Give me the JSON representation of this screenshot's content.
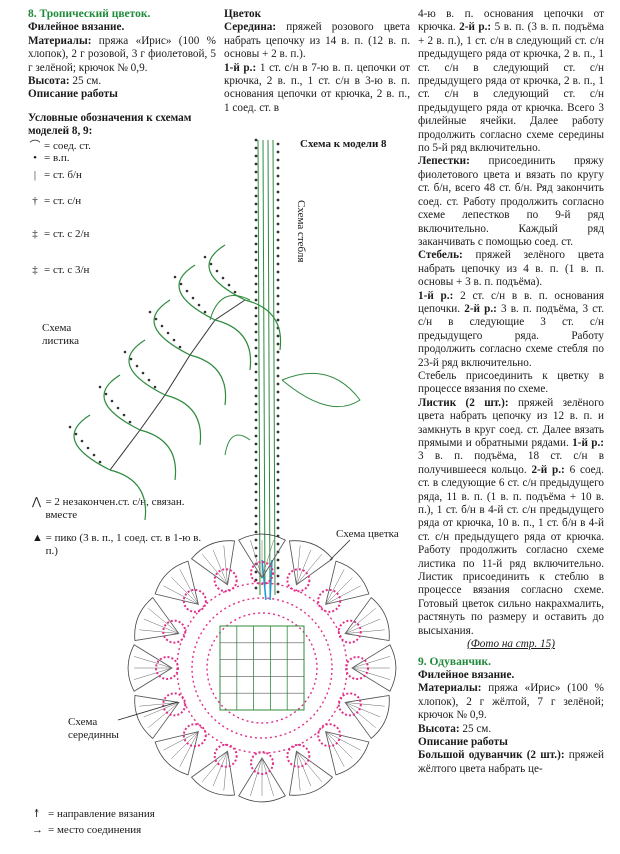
{
  "left": {
    "title": "8. Тропический цветок.",
    "subtitle": "Филейное вязание.",
    "materials_label": "Материалы:",
    "materials_text": " пряжа «Ирис» (100 % хлопок), 2 г розовой, 3 г фиолетовой, 5 г зелёной; крючок № 0,9.",
    "height_label": "Высота:",
    "height_text": " 25 см.",
    "desc_label": "Описание работы",
    "legend_title": "Условные обозначения к схемам моделей 8, 9:",
    "legend": [
      {
        "sym": "⌒",
        "text": "= соед. ст."
      },
      {
        "sym": "•",
        "text": "= в.п."
      },
      {
        "sym": "|",
        "text": "= ст. б/н"
      },
      {
        "sym": "†",
        "text": "= ст. с/н"
      },
      {
        "sym": "‡",
        "text": "= ст. с 2/н"
      },
      {
        "sym": "‡",
        "text": "= ст. с 3/н"
      }
    ],
    "leaf_label": "Схема листика",
    "legend2": [
      {
        "sym": "⋀",
        "text": "= 2 незакончен.ст. с/н, связан. вместе"
      },
      {
        "sym": "▲",
        "text": "= пико (3 в. п., 1 соед. ст. в 1-ю в. п.)"
      }
    ],
    "center_label": "Схема серединны",
    "legend3": [
      {
        "sym": "↟",
        "text": "= направление вязания"
      },
      {
        "sym": "→",
        "text": "= место соединения"
      }
    ]
  },
  "mid": {
    "heading": "Цветок",
    "p1_label": "Середина:",
    "p1_text": " пряжей розового цвета набрать цепочку из 14 в. п. (12 в. п. основы + 2 в. п.).",
    "p2_label": "1-й р.:",
    "p2_text": " 1 ст. с/н в 7-ю в. п. цепочки от крючка, 2 в. п., 1 ст. с/н в 3-ю в. п. основания цепочки от крючка, 2 в. п., 1 соед. ст. в",
    "scheme_title": "Схема к модели 8",
    "stem_label": "Схема стебля",
    "flower_label": "Схема цветка"
  },
  "right": {
    "r1": "4-ю в. п. основания цепочки от крючка. ",
    "r1b": "2-й р.:",
    "r1c": " 5 в. п. (3 в. п. подъёма + 2 в. п.), 1 ст. с/н в следующий ст. с/н предыдущего ряда от крючка, 2 в. п., 1 ст. с/н в следующий ст. с/н предыдущего ряда от крючка, 2 в. п., 1 ст. с/н в следующий ст. с/н предыдущего ряда от крючка. Всего 3 филейные ячейки. Далее работу продолжить согласно схеме середины по 5-й ряд включительно.",
    "p2_label": "Лепестки:",
    "p2_text": " присоединить пряжу фиолетового цвета и вязать по кругу ст. б/н, всего 48 ст. б/н. Ряд закончить соед. ст. Работу продолжить согласно схеме лепестков по 9-й ряд включительно. Каждый ряд заканчивать с помощью соед. ст.",
    "p3_label": "Стебель:",
    "p3_text": " пряжей зелёного цвета набрать цепочку из 4 в. п. (1 в. п. основы + 3 в. п. подъёма).",
    "p4_label": "1-й р.:",
    "p4_text": " 2 ст. с/н в в. п. основания цепочки. ",
    "p4b": "2-й р.:",
    "p4c": " 3 в. п. подъёма, 3 ст. с/н в следующие 3 ст. с/н предыдущего ряда. Работу продолжить согласно схеме стебля по 23-й ряд включительно.",
    "p5": "Стебель присоединить к цветку в процессе вязания по схеме.",
    "p6_label": "Листик (2 шт.):",
    "p6_text": " пряжей зелёного цвета набрать цепочку из 12 в. п. и замкнуть в круг соед. ст. Далее вязать прямыми и обратными рядами. ",
    "p6b": "1-й р.:",
    "p6c": " 3 в. п. подъёма, 18 ст. с/н в получившееся кольцо. ",
    "p6d": "2-й р.:",
    "p6e": " 6 соед. ст. в следующие 6 ст. с/н предыдущего ряда, 11 в. п. (1 в. п. подъёма + 10 в. п.), 1 ст. б/н в 4-й ст. с/н предыдущего ряда от крючка, 10 в. п., 1 ст. б/н в 4-й ст. с/н предыдущего ряда от крючка. Работу продолжить согласно схеме листика по 11-й ряд включительно. Листик присоединить к стеблю в процессе вязания согласно схеме. Готовый цветок сильно накрахмалить, растянуть по размеру и оставить до высыхания.",
    "photo": "(Фото на стр. 15)",
    "t9": "9. Одуванчик.",
    "t9sub": "Филейное вязание.",
    "m9_label": "Материалы:",
    "m9_text": " пряжа «Ирис» (100 % хлопок), 2 г жёлтой, 7 г зелёной; крючок № 0,9.",
    "h9_label": "Высота:",
    "h9_text": " 25 см.",
    "d9": "Описание работы",
    "last_label": "Большой одуванчик (2 шт.):",
    "last_text": " пряжей жёлтого цвета набрать це-"
  },
  "colors": {
    "accent_green": "#1f8a3a",
    "pink": "#e0308a",
    "yarn_green": "#2e8b3e",
    "yarn_blue": "#1a9ad6"
  }
}
